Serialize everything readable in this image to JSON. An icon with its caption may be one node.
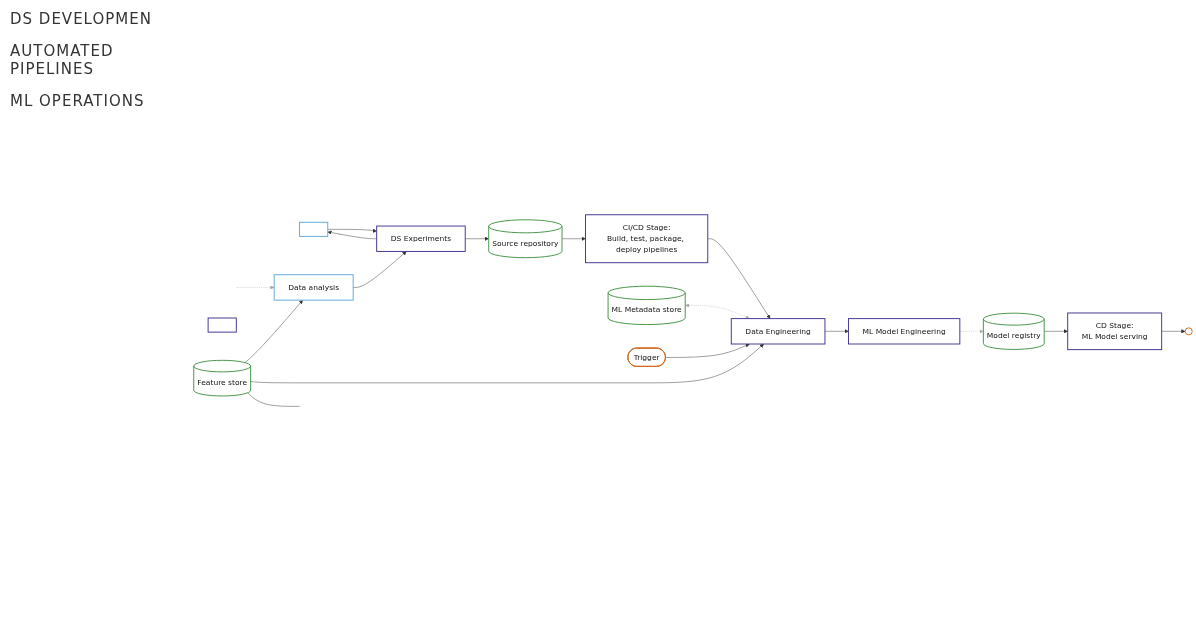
{
  "diagram": {
    "nodes": [
      {
        "text": [],
        "shape": "box"
      },
      {
        "text": [
          "Data analysis"
        ]
      },
      {
        "text": [
          "DS Experiments"
        ]
      },
      {
        "text": [
          "Source repository"
        ]
      },
      {
        "text": [
          "CI/CD Stage:",
          "Build, test, package, deploy pipelines"
        ]
      },
      {
        "text": [
          "Feature store"
        ]
      },
      {
        "text": [
          "Data Engineering"
        ]
      },
      {
        "text": [
          "ML Model Engineering"
        ]
      },
      {
        "text": [
          "Model registry"
        ]
      },
      {
        "text": [
          "CD Stage:",
          "ML Model serving"
        ]
      },
      {
        "text": [
          "ML Metadata store"
        ]
      },
      {
        "text": [
          "Trigger"
        ]
      },
      {
        "text": [],
        "shape": "box"
      },
      {
        "text": [],
        "shape": "circle"
      }
    ],
    "edges": [
      {
        "from": 0,
        "to": 2,
        "arrow": "to"
      },
      {
        "from": 2,
        "to": 0,
        "arrow": "to"
      },
      {
        "from": 1,
        "to": 2,
        "arrow": "to"
      },
      {
        "from": 2,
        "to": 3,
        "arrow": "to"
      },
      {
        "from": 3,
        "to": 4,
        "arrow": "to"
      },
      {
        "from": 4,
        "to": 6,
        "arrow": "to"
      },
      {
        "from": 5,
        "to": 1,
        "arrow": "to"
      },
      {
        "from": 5,
        "to": 6,
        "arrow": "to"
      },
      {
        "from": 11,
        "to": 6,
        "arrow": "to"
      },
      {
        "from": 6,
        "to": 7,
        "arrow": "to"
      },
      {
        "from": 7,
        "to": 8,
        "arrow": "to",
        "style": "dashed",
        "color": "#aaaaaa"
      },
      {
        "from": 10,
        "to": 6,
        "arrow": "both",
        "style": "dashed",
        "color": "#aaaaaa"
      },
      {
        "from": 8,
        "to": 9,
        "arrow": "to"
      },
      {
        "from": 9,
        "to": 13,
        "arrow": "to"
      },
      {
        "from": null,
        "to": 1,
        "arrow": "to",
        "style": "dashed",
        "color": "#aaaaaa"
      },
      {
        "from": 5,
        "to": null,
        "arrow": "none"
      }
    ],
    "labels": [
      "DS DEVELOPMEN",
      "AUTOMATED PIPELINES",
      "ML OPERATIONS"
    ]
  }
}
